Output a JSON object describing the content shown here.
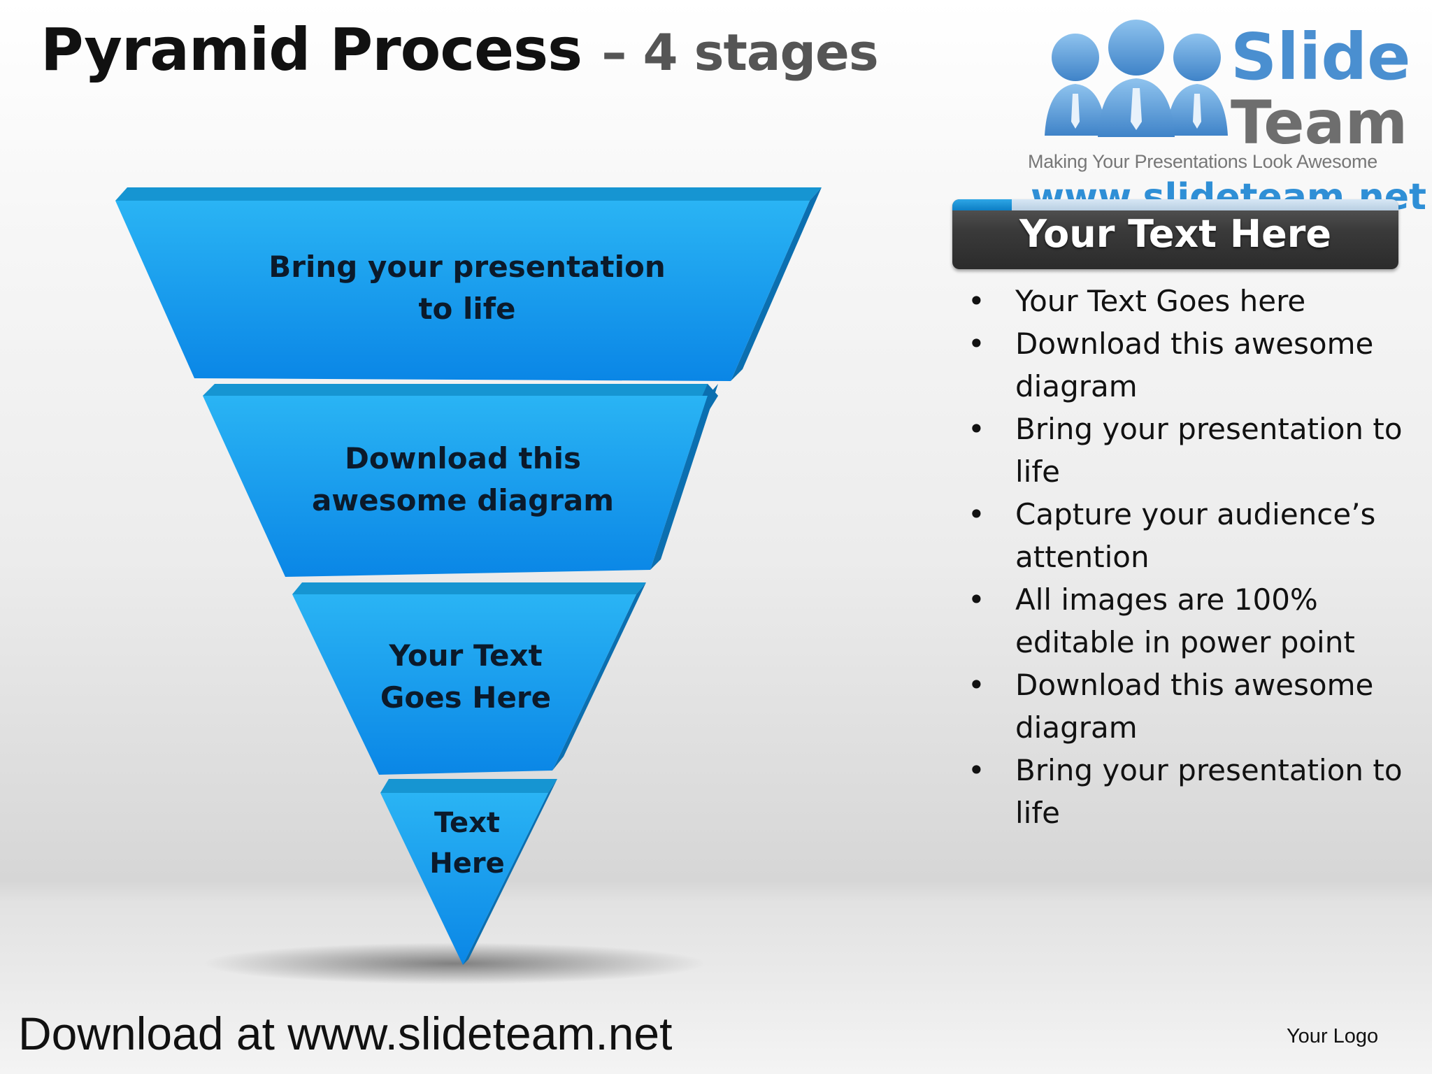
{
  "slide": {
    "title": "Pyramid Process",
    "title_suffix": "– 4 stages"
  },
  "logo": {
    "word1": "Slide",
    "word2": "Team",
    "tagline": "Making Your Presentations Look Awesome",
    "url": "www.slideteam.net"
  },
  "pyramid": {
    "stages": [
      {
        "label": "Bring your presentation to life"
      },
      {
        "label": "Download this awesome diagram"
      },
      {
        "label": "Your Text Goes Here"
      },
      {
        "label": "Text Here"
      }
    ]
  },
  "panel": {
    "title": "Your Text Here",
    "bullets": [
      "Your Text Goes here",
      "Download this awesome diagram",
      "Bring your presentation to life",
      "Capture your audience’s attention",
      "All images are 100% editable in power point",
      "Download this awesome diagram",
      "Bring your presentation to life"
    ]
  },
  "footer": {
    "download_text": "Download at www.slideteam.net",
    "logo_text": "Your Logo"
  },
  "colors": {
    "stage_light": "#2ab4f4",
    "stage_dark": "#0a86e6",
    "stage_side": "#0b6fb0",
    "stage_top": "#1695d2",
    "panel_dark": "#333333",
    "logo_blue": "#4a8fd0"
  }
}
